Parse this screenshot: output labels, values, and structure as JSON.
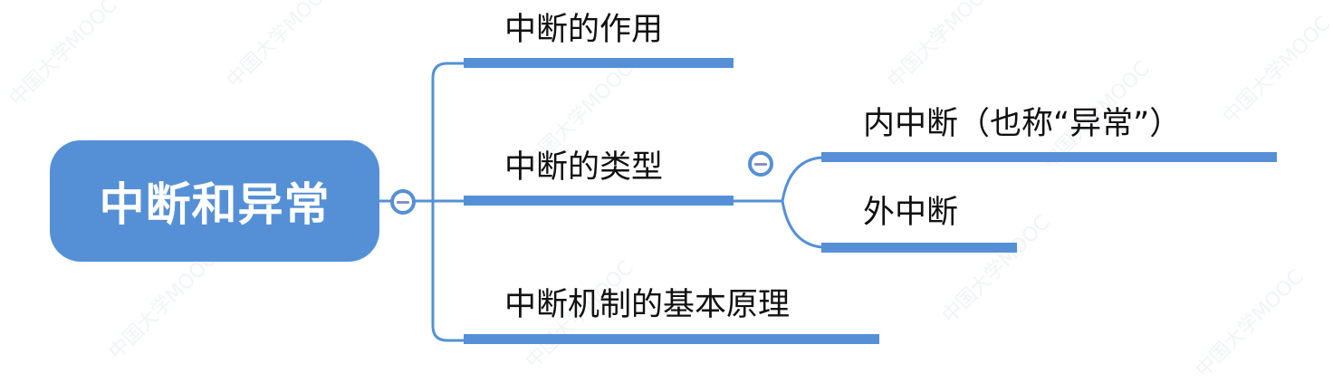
{
  "mindmap": {
    "root": {
      "label": "中断和异常"
    },
    "branches": [
      {
        "label": "中断的作用"
      },
      {
        "label": "中断的类型",
        "children": [
          {
            "label": "内中断（也称“异常”）"
          },
          {
            "label": "外中断"
          }
        ]
      },
      {
        "label": "中断机制的基本原理"
      }
    ]
  },
  "colors": {
    "accent": "#5590d6",
    "root_text": "#ffffff",
    "topic_text": "#111111",
    "collapse_minus": "#8a8fc0"
  },
  "icons": {
    "collapse_root": "minus-circle-icon",
    "collapse_types": "minus-circle-icon"
  },
  "watermark": {
    "text": "中国大学MOOC"
  }
}
